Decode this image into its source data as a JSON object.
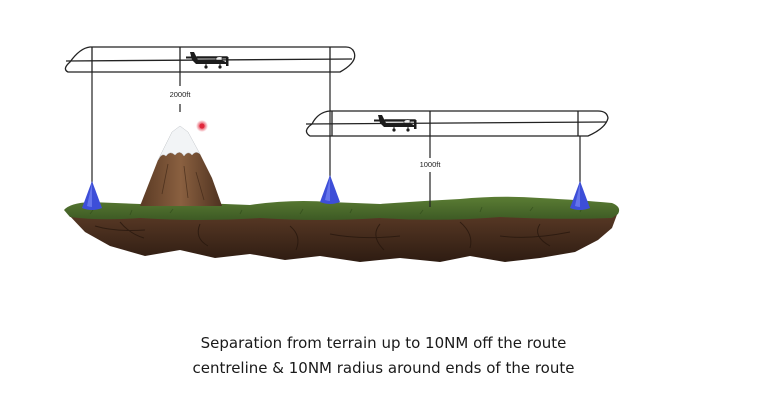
{
  "labels": {
    "high_route_clearance": "2000ft",
    "low_route_clearance": "1000ft"
  },
  "caption": {
    "line1": "Separation from terrain up to 10NM off the route",
    "line2": "centreline & 10NM radius around ends of the route"
  },
  "icons": {
    "aircraft": "light-aircraft-icon",
    "endpoint": "route-end-marker-icon",
    "terrain": "mountain-icon",
    "pointer": "laser-pointer-dot"
  },
  "colors": {
    "route_marker": "#3d4ed8",
    "grass": "#4a6a2c",
    "soil": "#4a2f20",
    "mountain": "#6e4a30",
    "snow": "#f2f4f6",
    "pointer": "#e0263a",
    "outline": "#222222"
  }
}
